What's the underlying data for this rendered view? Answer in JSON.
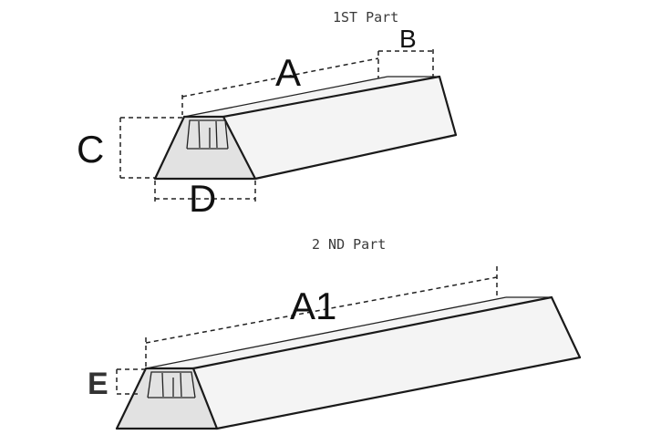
{
  "part1": {
    "caption": "1ST Part",
    "dims": {
      "a": "A",
      "b": "B",
      "c": "C",
      "d": "D"
    }
  },
  "part2": {
    "caption": "2 ND Part",
    "dims": {
      "a1": "A1",
      "e": "E"
    }
  }
}
